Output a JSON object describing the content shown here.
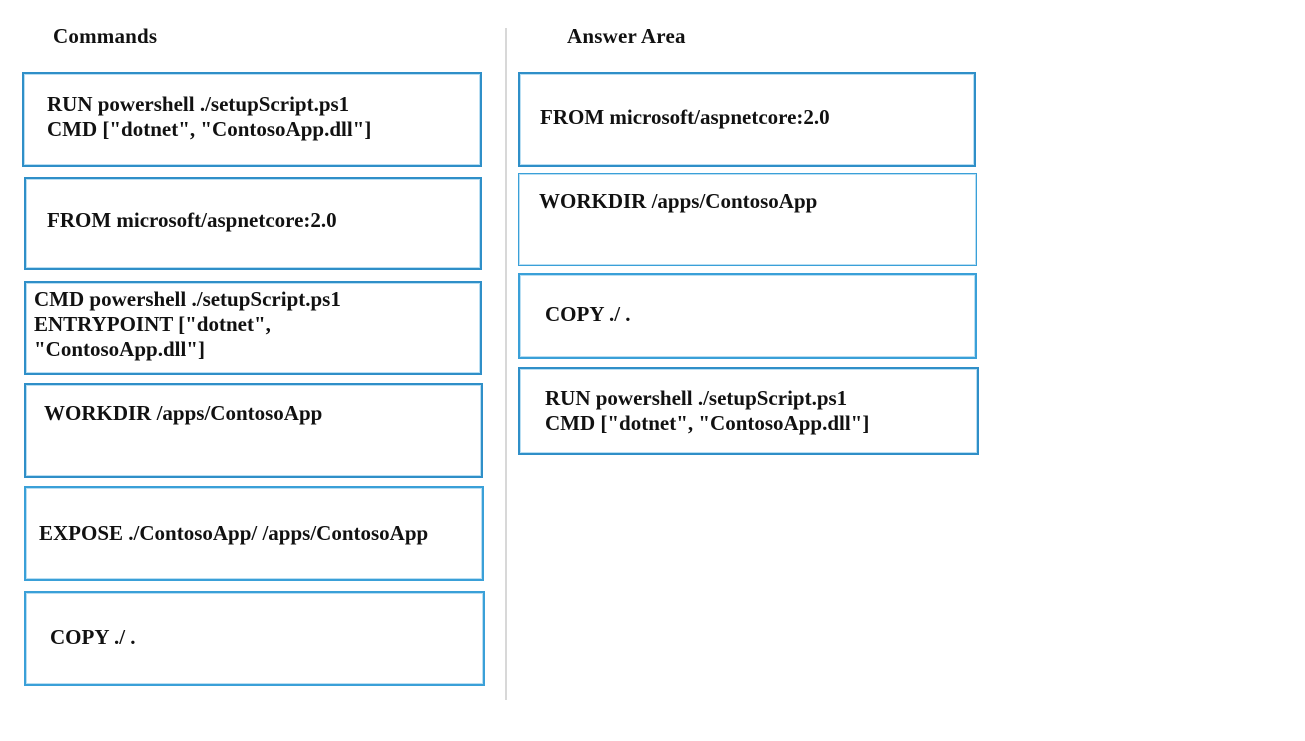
{
  "commands": {
    "heading": "Commands",
    "items": [
      {
        "lines": [
          "RUN powershell ./setupScript.ps1",
          "CMD [\"dotnet\", \"ContosoApp.dll\"]"
        ]
      },
      {
        "lines": [
          "FROM microsoft/aspnetcore:2.0"
        ]
      },
      {
        "lines": [
          "CMD powershell ./setupScript.ps1",
          "ENTRYPOINT [\"dotnet\",",
          "\"ContosoApp.dll\"]"
        ]
      },
      {
        "lines": [
          "WORKDIR /apps/ContosoApp"
        ]
      },
      {
        "lines": [
          "EXPOSE ./ContosoApp/ /apps/ContosoApp"
        ]
      },
      {
        "lines": [
          "COPY ./ ."
        ]
      }
    ]
  },
  "answer_area": {
    "heading": "Answer Area",
    "items": [
      {
        "lines": [
          "FROM microsoft/aspnetcore:2.0"
        ]
      },
      {
        "lines": [
          "WORKDIR /apps/ContosoApp"
        ]
      },
      {
        "lines": [
          "COPY ./ ."
        ]
      },
      {
        "lines": [
          "RUN powershell ./setupScript.ps1",
          "CMD [\"dotnet\", \"ContosoApp.dll\"]"
        ]
      }
    ]
  },
  "colors": {
    "card_border": "#3aa0d8",
    "divider": "#d8d8d8",
    "text": "#111111"
  }
}
